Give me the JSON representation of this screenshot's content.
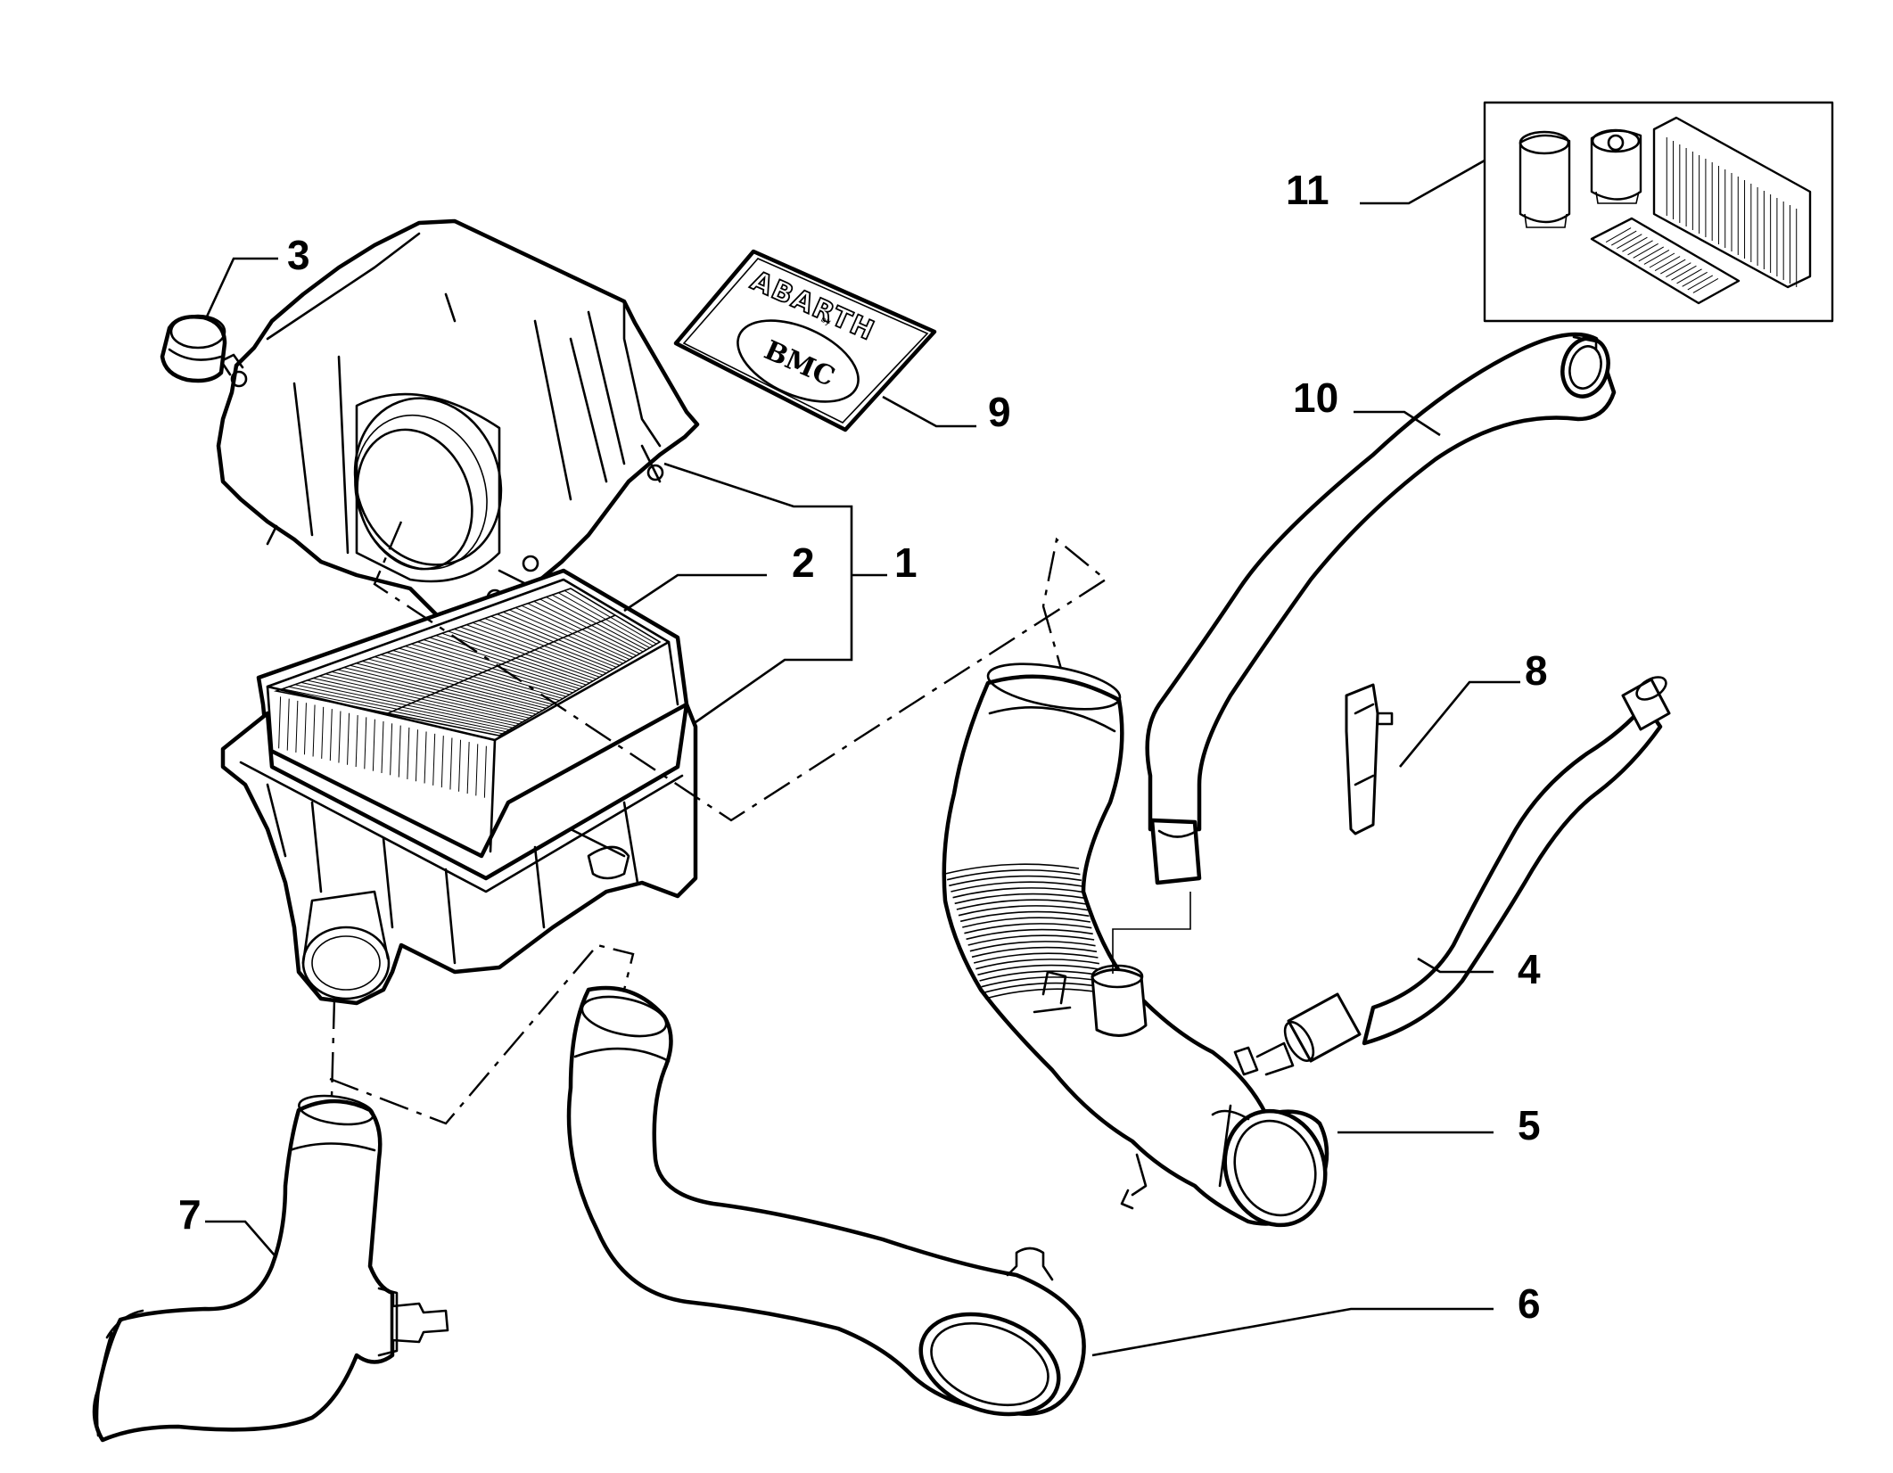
{
  "diagram": {
    "callouts": [
      {
        "id": "1",
        "label": "1"
      },
      {
        "id": "2",
        "label": "2"
      },
      {
        "id": "3",
        "label": "3"
      },
      {
        "id": "4",
        "label": "4"
      },
      {
        "id": "5",
        "label": "5"
      },
      {
        "id": "6",
        "label": "6"
      },
      {
        "id": "7",
        "label": "7"
      },
      {
        "id": "8",
        "label": "8"
      },
      {
        "id": "9",
        "label": "9"
      },
      {
        "id": "10",
        "label": "10"
      },
      {
        "id": "11",
        "label": "11"
      }
    ],
    "decal": {
      "brand": "ABARTH",
      "maker": "BMC",
      "small_text": "by"
    }
  }
}
